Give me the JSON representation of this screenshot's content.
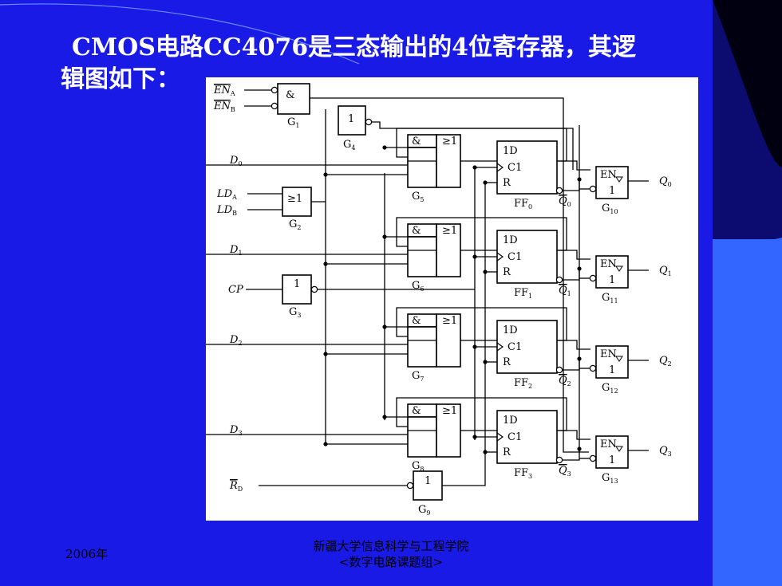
{
  "slide": {
    "title_line1": "CMOS电路CC4076是三态输出的4位寄存器，其逻",
    "title_line2": "辑图如下：",
    "footer_year": "2006年",
    "footer_institution": "新疆大学信息科学与工程学院",
    "footer_group": "<数字电路课题组>"
  },
  "colors": {
    "background": "#1a1ae6",
    "accent_dark": "#000000",
    "accent_blue": "#3366ff",
    "title_text": "#ffffff"
  },
  "diagram": {
    "inputs": {
      "en_a": "EN",
      "en_a_sub": "A",
      "en_b": "EN",
      "en_b_sub": "B",
      "d0": "D",
      "d0_sub": "0",
      "ld_a": "LD",
      "ld_a_sub": "A",
      "ld_b": "LD",
      "ld_b_sub": "B",
      "d1": "D",
      "d1_sub": "1",
      "cp": "CP",
      "d2": "D",
      "d2_sub": "2",
      "d3": "D",
      "d3_sub": "3",
      "rd": "R",
      "rd_sub": "D"
    },
    "gates": {
      "g1_symbol": "&",
      "g1_label": "G",
      "g1_sub": "1",
      "g2_symbol": "≥1",
      "g2_label": "G",
      "g2_sub": "2",
      "g3_symbol": "1",
      "g3_label": "G",
      "g3_sub": "3",
      "g4_symbol": "1",
      "g4_label": "G",
      "g4_sub": "4",
      "g9_symbol": "1",
      "g9_label": "G",
      "g9_sub": "9",
      "aoi_and": "&",
      "aoi_or": "≥1",
      "aoi_labels": [
        {
          "label": "G",
          "sub": "5"
        },
        {
          "label": "G",
          "sub": "6"
        },
        {
          "label": "G",
          "sub": "7"
        },
        {
          "label": "G",
          "sub": "8"
        }
      ]
    },
    "flipflops": {
      "d_pin": "1D",
      "c_pin": "C1",
      "r_pin": "R",
      "names": [
        {
          "label": "FF",
          "sub": "0"
        },
        {
          "label": "FF",
          "sub": "1"
        },
        {
          "label": "FF",
          "sub": "2"
        },
        {
          "label": "FF",
          "sub": "3"
        }
      ],
      "qbar": [
        {
          "label": "Q",
          "sub": "0"
        },
        {
          "label": "Q",
          "sub": "1"
        },
        {
          "label": "Q",
          "sub": "2"
        },
        {
          "label": "Q",
          "sub": "3"
        }
      ]
    },
    "buffers": {
      "en_label": "EN",
      "one_label": "1",
      "names": [
        {
          "label": "G",
          "sub": "10"
        },
        {
          "label": "G",
          "sub": "11"
        },
        {
          "label": "G",
          "sub": "12"
        },
        {
          "label": "G",
          "sub": "13"
        }
      ]
    },
    "outputs": [
      {
        "label": "Q",
        "sub": "0"
      },
      {
        "label": "Q",
        "sub": "1"
      },
      {
        "label": "Q",
        "sub": "2"
      },
      {
        "label": "Q",
        "sub": "3"
      }
    ]
  }
}
